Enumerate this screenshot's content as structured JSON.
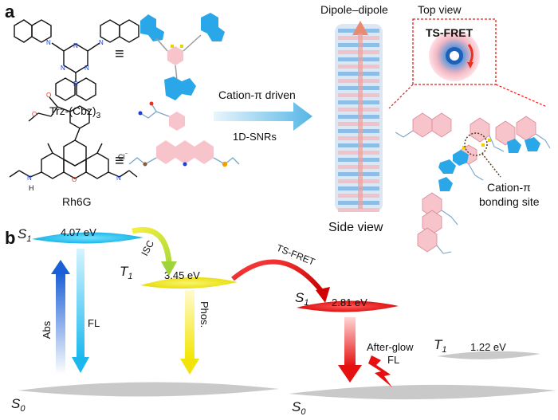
{
  "panel_a": {
    "label": "a",
    "molecule1": {
      "name": "Trz-(Cbz)",
      "subscript": "3",
      "equiv": "≡"
    },
    "molecule2": {
      "name": "Rh6G",
      "counterion": "Cl",
      "charge": "⁻",
      "equiv": "≡"
    },
    "arrow": {
      "top_text": "Cation-π driven",
      "bottom_text": "1D-SNRs"
    },
    "dipole_label": "Dipole–dipole",
    "side_view_label": "Side view",
    "top_view_label": "Top view",
    "tsfret_box_label": "TS-FRET",
    "bonding_site_label": {
      "line1": "Cation-π",
      "line2": "bonding site"
    }
  },
  "panel_b": {
    "label": "b",
    "left_S1": {
      "state": "S",
      "sub": "1",
      "energy": "4.07 eV"
    },
    "left_T1": {
      "state": "T",
      "sub": "1",
      "energy": "3.45 eV"
    },
    "left_S0": {
      "state": "S",
      "sub": "0"
    },
    "right_S1": {
      "state": "S",
      "sub": "1",
      "energy": "2.81 eV"
    },
    "right_T1": {
      "state": "T",
      "sub": "1",
      "energy": "1.22 eV"
    },
    "right_S0": {
      "state": "S",
      "sub": "0"
    },
    "transitions": {
      "abs": "Abs",
      "fl": "FL",
      "isc": "ISC",
      "phos": "Phos.",
      "tsfret": "TS-FRET",
      "afterglow_line1": "After-glow",
      "afterglow_line2": "FL"
    },
    "colors": {
      "cyan": "#29c4ef",
      "yellow": "#f1ea1e",
      "red": "#ee1c1c",
      "grey": "#c9c9c9",
      "blue": "#1a5fd6",
      "orange": "#f08a24"
    }
  }
}
